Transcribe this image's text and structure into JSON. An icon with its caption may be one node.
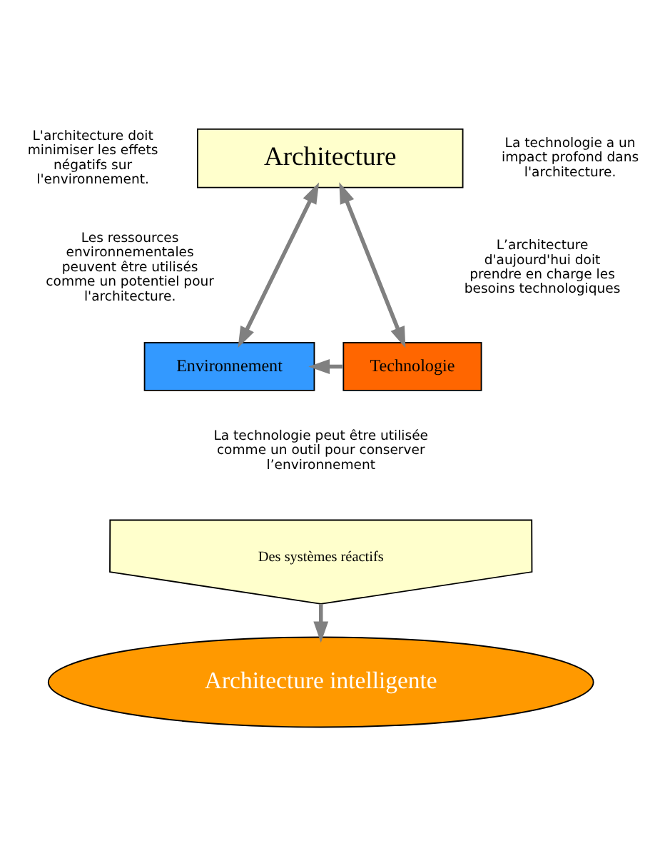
{
  "diagram": {
    "nodes": [
      {
        "text": [
          "Architecture"
        ]
      },
      {
        "text": [
          "Environnement"
        ]
      },
      {
        "text": [
          "Technologie"
        ]
      },
      {
        "text": [
          "Des systèmes réactifs"
        ]
      },
      {
        "text": [
          "Architecture intelligente"
        ]
      }
    ],
    "edges": [
      {
        "from": 0,
        "to": 1,
        "arrow": "both"
      },
      {
        "from": 0,
        "to": 2,
        "arrow": "both"
      },
      {
        "from": 2,
        "to": 1,
        "arrow": "to"
      },
      {
        "from": 3,
        "to": 4,
        "arrow": "to"
      }
    ],
    "labels": [
      "L'architecture doit minimiser les effets négatifs sur l'environnement.",
      "La technologie a un impact profond dans l'architecture.",
      "Les ressources environnementales peuvent être utilisés comme un potentiel pour l'architecture.",
      "L’architecture d'aujourd'hui doit prendre en charge les besoins technologiques",
      "La technologie peut être utilisée comme un outil pour conserver l’environnement"
    ]
  }
}
